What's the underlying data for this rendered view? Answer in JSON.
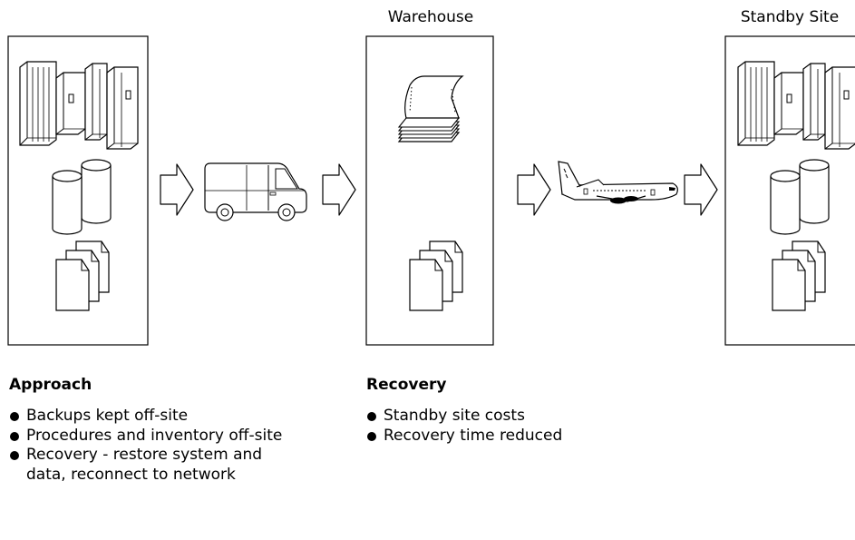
{
  "sites": {
    "warehouse_label": "Warehouse",
    "standby_label": "Standby Site"
  },
  "approach": {
    "heading": "Approach",
    "bullets": [
      "Backups kept off-site",
      "Procedures and inventory off-site",
      "Recovery - restore system and data, reconnect to network"
    ]
  },
  "recovery": {
    "heading": "Recovery",
    "bullets": [
      "Standby site costs",
      "Recovery time reduced"
    ]
  }
}
